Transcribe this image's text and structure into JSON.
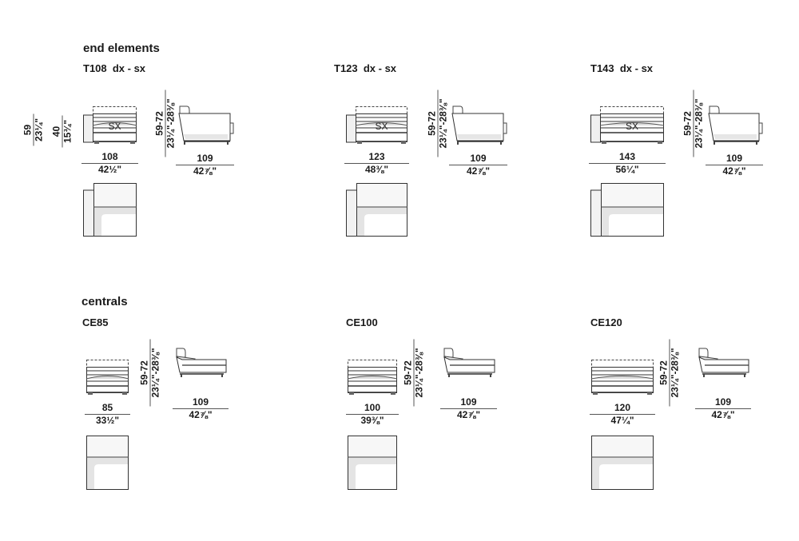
{
  "sections": [
    {
      "title": "end elements"
    },
    {
      "title": "centrals"
    }
  ],
  "sx_label": "SX",
  "modules": [
    {
      "name": "T108  dx - sx",
      "type": "end",
      "width_cm": "108",
      "width_in": "42½\"",
      "depth_cm": "109",
      "depth_in": "42⅞\"",
      "height_cm": "59-72",
      "height_in": "23¼\"-28⅜\"",
      "extra_dims": [
        {
          "cm": "59",
          "in": "23¼\""
        },
        {
          "cm": "40",
          "in": "15¾\""
        }
      ]
    },
    {
      "name": "T123  dx - sx",
      "type": "end",
      "width_cm": "123",
      "width_in": "48⅜\"",
      "depth_cm": "109",
      "depth_in": "42⅞\"",
      "height_cm": "59-72",
      "height_in": "23¼\"-28⅜\""
    },
    {
      "name": "T143  dx - sx",
      "type": "end",
      "width_cm": "143",
      "width_in": "56¼\"",
      "depth_cm": "109",
      "depth_in": "42⅞\"",
      "height_cm": "59-72",
      "height_in": "23¼\"-28⅜\""
    },
    {
      "name": "CE85",
      "type": "central",
      "width_cm": "85",
      "width_in": "33½\"",
      "depth_cm": "109",
      "depth_in": "42⅞\"",
      "height_cm": "59-72",
      "height_in": "23¼\"-28⅜\""
    },
    {
      "name": "CE100",
      "type": "central",
      "width_cm": "100",
      "width_in": "39⅜\"",
      "depth_cm": "109",
      "depth_in": "42⅞\"",
      "height_cm": "59-72",
      "height_in": "23¼\"-28⅜\""
    },
    {
      "name": "CE120",
      "type": "central",
      "width_cm": "120",
      "width_in": "47¼\"",
      "depth_cm": "109",
      "depth_in": "42⅞\"",
      "height_cm": "59-72",
      "height_in": "23¼\"-28⅜\""
    }
  ]
}
